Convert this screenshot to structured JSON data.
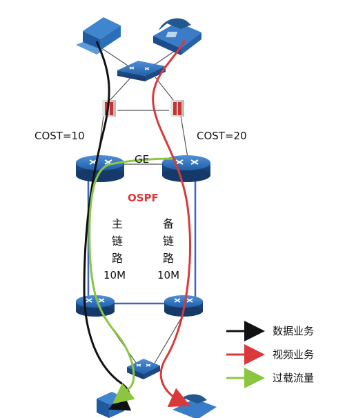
{
  "labels": {
    "cost_left": "COST=10",
    "cost_right": "COST=20",
    "ge": "GE",
    "ospf": "OSPF",
    "primary_link": [
      "主",
      "链",
      "路"
    ],
    "backup_link": [
      "备",
      "链",
      "路"
    ],
    "primary_bw": "10M",
    "backup_bw": "10M"
  },
  "legend": [
    {
      "label": "数据业务",
      "color": "#111111"
    },
    {
      "label": "视频业务",
      "color": "#d9393b"
    },
    {
      "label": "过载流量",
      "color": "#8cc63f"
    }
  ],
  "colors": {
    "link": "#3a66c4",
    "device": "#2b6fb7",
    "firewall": "#c8342f",
    "thin_line": "#555555"
  }
}
